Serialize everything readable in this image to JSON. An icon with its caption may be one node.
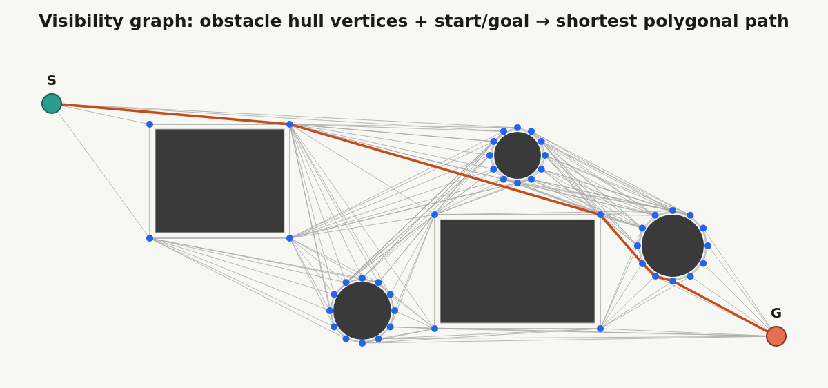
{
  "diagram": {
    "title": "Visibility graph: obstacle hull vertices + start/goal → shortest polygonal path",
    "nodes": [
      {
        "text": [
          "S"
        ]
      },
      {
        "text": [
          "G"
        ]
      },
      {
        "text": [],
        "shape": "circle"
      },
      {
        "text": [],
        "shape": "circle"
      },
      {
        "text": [],
        "shape": "circle"
      },
      {
        "text": [],
        "shape": "circle"
      },
      {
        "text": [],
        "shape": "circle"
      }
    ],
    "edges": [
      {
        "from": 0,
        "to": 2,
        "arrow": "none",
        "color": "#c84b19"
      },
      {
        "from": 2,
        "to": 3,
        "arrow": "none",
        "color": "#c84b19"
      },
      {
        "from": 3,
        "to": 4,
        "arrow": "none",
        "color": "#c84b19"
      },
      {
        "from": 4,
        "to": 5,
        "arrow": "none",
        "color": "#c84b19"
      },
      {
        "from": 5,
        "to": 6,
        "arrow": "none",
        "color": "#c84b19"
      },
      {
        "from": 6,
        "to": 1,
        "arrow": "none",
        "color": "#c84b19"
      }
    ]
  }
}
